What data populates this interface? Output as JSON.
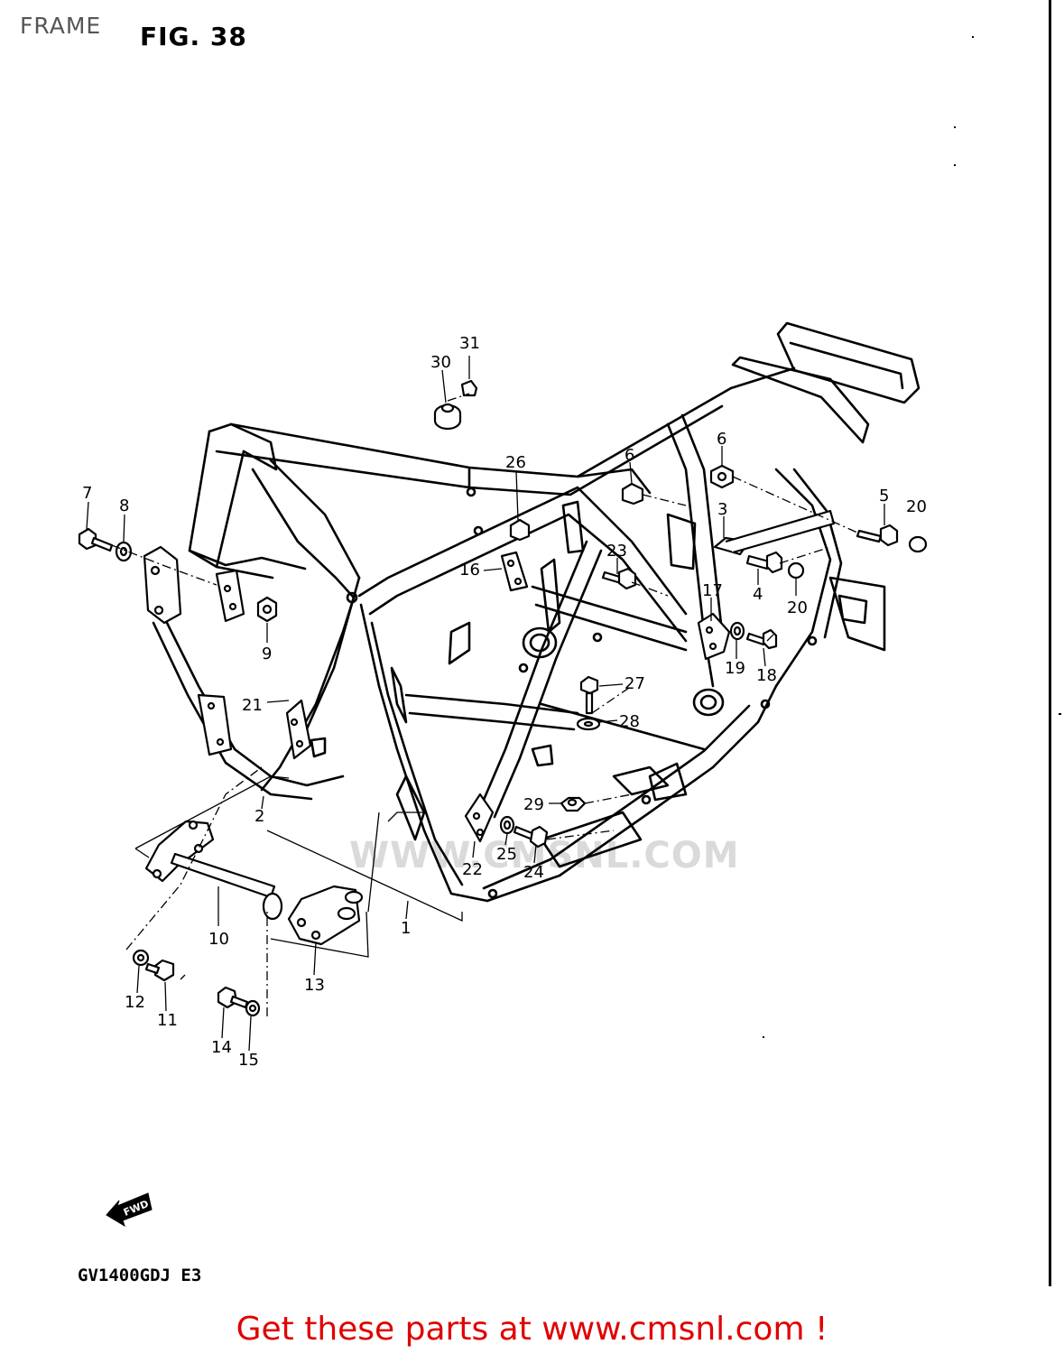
{
  "header": {
    "section_title": "FRAME",
    "figure_label": "FIG. 38"
  },
  "diagram": {
    "parts": [
      {
        "id": "1"
      },
      {
        "id": "2"
      },
      {
        "id": "3"
      },
      {
        "id": "4"
      },
      {
        "id": "5"
      },
      {
        "id": "6a",
        "label": "6"
      },
      {
        "id": "6b",
        "label": "6"
      },
      {
        "id": "7"
      },
      {
        "id": "8"
      },
      {
        "id": "9"
      },
      {
        "id": "10"
      },
      {
        "id": "11"
      },
      {
        "id": "12"
      },
      {
        "id": "13"
      },
      {
        "id": "14"
      },
      {
        "id": "15"
      },
      {
        "id": "16"
      },
      {
        "id": "17"
      },
      {
        "id": "18"
      },
      {
        "id": "19"
      },
      {
        "id": "20a",
        "label": "20"
      },
      {
        "id": "20b",
        "label": "20"
      },
      {
        "id": "21"
      },
      {
        "id": "22"
      },
      {
        "id": "23"
      },
      {
        "id": "24"
      },
      {
        "id": "25"
      },
      {
        "id": "26"
      },
      {
        "id": "27"
      },
      {
        "id": "28"
      },
      {
        "id": "29"
      },
      {
        "id": "30"
      },
      {
        "id": "31"
      }
    ],
    "fwd_badge": "FWD",
    "watermark_text": "WWW.CMSNL.COM"
  },
  "footer": {
    "model_code": "GV1400GDJ  E3",
    "link_text": "Get these parts at www.cmsnl.com !",
    "link_color": "#e00000"
  }
}
